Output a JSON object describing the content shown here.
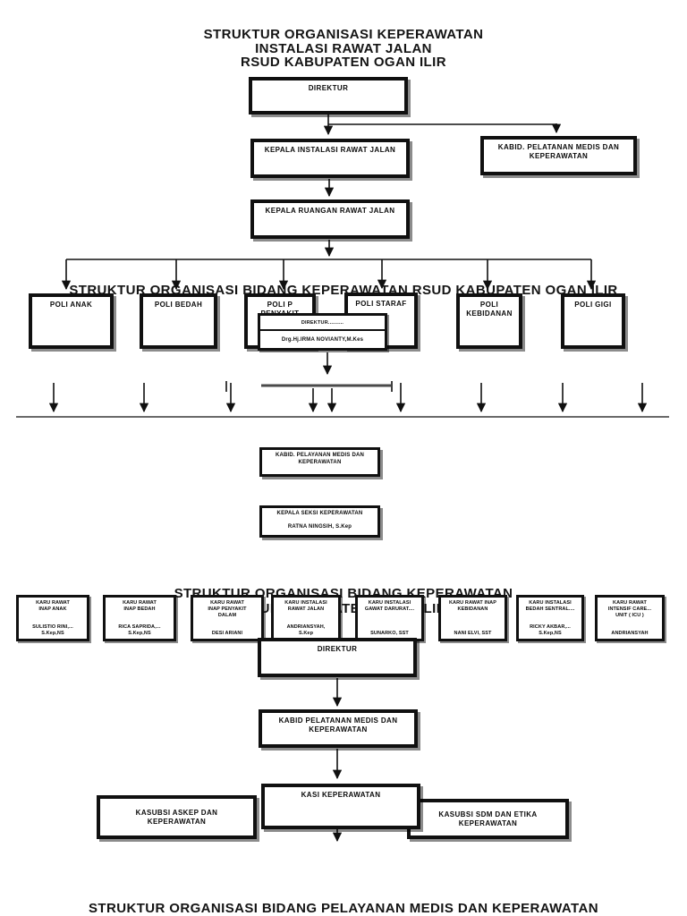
{
  "page": {
    "title_line1": "STRUKTUR ORGANISASI KEPERAWATAN",
    "title_line2": "INSTALASI RAWAT JALAN",
    "title_line3": "RSUD KABUPATEN OGAN ILIR",
    "mid_title": "STRUKTUR ORGANISASI BIDANG  KEPERAWATAN RSUD KABUPATEN OGAN ILIR",
    "section2_title_line1": "STRUKTUR ORGANISASI BIDANG KEPERAWATAN",
    "section2_title_line2": "RSUD KABUPATEN OGAN ILIR",
    "bottom_title": "STRUKTUR ORGANISASI BIDANG PELAYANAN MEDIS DAN KEPERAWATAN"
  },
  "chart1": {
    "direktur": "DIREKTUR",
    "kepala_instalasi": "KEPALA INSTALASI RAWAT JALAN",
    "kabid": "KABID. PELATANAN MEDIS DAN\nKEPERAWATAN",
    "kepala_ruangan": "KEPALA RUANGAN RAWAT  JALAN",
    "poli": [
      "POLI ANAK",
      "POLI BEDAH",
      "POLI P\nPENYAKIT",
      "POLI STARAF",
      "POLI\nKEBIDANAN",
      "POLI  GIGI"
    ],
    "direktur_name_box": {
      "title": "DIREKTUR..........",
      "name": "Drg.Hj.IRMA NOVIANTY,M.Kes"
    },
    "kabid_pelayanan": "KABID. PELAYANAN MEDIS DAN\nKEPERAWATAN",
    "kepala_seksi": "KEPALA SEKSI KEPERAWATAN\n\nRATNA NINGSIH, S.Kep"
  },
  "chart2": {
    "karu": [
      {
        "title": "KARU RAWAT\nINAP  ANAK",
        "name": "SULISTIO RINI,...\nS.Kep,NS"
      },
      {
        "title": "KARU RAWAT\nINAP  BEDAH",
        "name": "RICA SAPRIDA,...\nS.Kep,NS"
      },
      {
        "title": "KARU RAWAT\nINAP PENYAKIT\nDALAM",
        "name": "DESI ARIANI"
      },
      {
        "title": "KARU INSTALASI\nRAWAT  JALAN",
        "name": "ANDRIANSYAH,\nS.Kep"
      },
      {
        "title": "KARU INSTALASI\nGAWAT  DARURAT....",
        "name": "SUNARKO, SST"
      },
      {
        "title": "KARU RAWAT INAP\nKEBIDANAN",
        "name": "NANI ELVI, SST"
      },
      {
        "title": "KARU INSTALASI\nBEDAH SENTRAL....",
        "name": "RICKY AKBAR,...\nS.Kep,NS"
      },
      {
        "title": "KARU  RAWAT\nINTENSIF CARE...\nUNIT ( ICU )",
        "name": "ANDRIANSYAH"
      }
    ],
    "direktur": "DIREKTUR",
    "kabid": "KABID PELATANAN MEDIS DAN\nKEPERAWATAN",
    "kasi": "KASI KEPERAWATAN",
    "kasubsi_askep": "KASUBSI ASKEP DAN\nKEPERAWATAN",
    "kasubsi_sdm": "KASUBSI SDM DAN ETIKA\nKEPERAWATAN"
  },
  "colors": {
    "ink": "#101010",
    "connector_gray": "#4a4a4a"
  }
}
